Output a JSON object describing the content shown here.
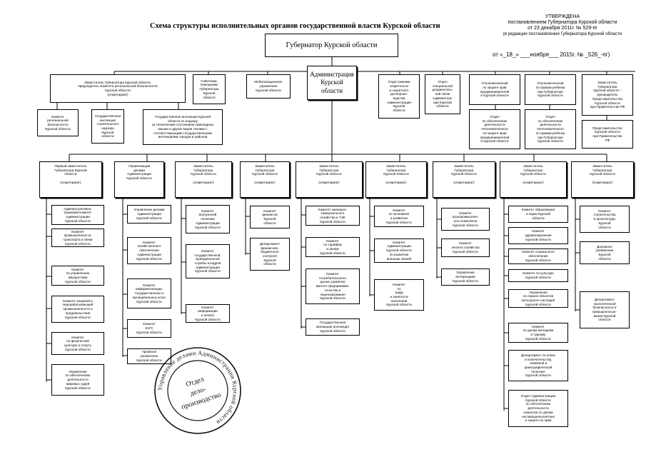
{
  "title": "Схема структуры исполнительных органов государственной власти Курской области",
  "approval": {
    "heading": "УТВЕРЖДЕНА",
    "line1": "постановлением Губернатора Курской области",
    "line2": "от 23 декабря 2011г. № 529-пг",
    "line3": "(в редакции постановления Губернатора Курской области",
    "date_line": "от «_18_»  ___ноября___ 2015г.  №  _526_-пг)"
  },
  "governor": "Губернатор Курской области",
  "administration": "Администрация\nКурской\nобласти",
  "top_left": {
    "deputy": "Заместитель Губернатора Курской области,\nпредседатель комитета  региональной безопасности\nКурской области\n(секретариат)",
    "advisors": "Советники,\nпомощники\nГубернатора\nКурской\nобласти",
    "mobilization": "Мобилизационное\nуправление\nКурской области",
    "security_committee": "Комитет\nрегиональной\nбезопасности\nКурской области",
    "construction_inspection": "Государственная\nинспекция\nстроительного\nнадзора\nКурской\nобласти",
    "tech_inspection": "Государственная инспекция Курской\nобласти  по надзору\nза техническим состоянием самоходных\nмашин и других видов техники с\nсоответствующими государственными\nинспекциями городов и районов"
  },
  "top_right": {
    "secrecy": "Отдел режима\nсекретности\nи секретного\nделопроиз-\nводства\nАдминистрации\nКурской\nобласти",
    "doc_comm": "Отдел\nспециальной\nдокументаль-\nной связи\nАдминистра-\nции Курской\nобласти",
    "entrepreneur_ombudsman": "Уполномоченный\nпо защите прав\nпредпринимателей\nв Курской области",
    "entrepreneur_office": "Отдел\nпо обеспечению\nдеятельности\nУполномоченного\nпо защите прав\nпредпринимателей\nв Курской области",
    "child_ombudsman": "Уполномоченный\nпо правам ребенка\nпри Губернаторе\nКурской области",
    "child_office": "Отдел\nпо обеспечению\nдеятельности\nУполномоченного\nпо правам ребенка\nпри  Губернаторе\nКурской области",
    "rep_deputy": "Заместитель\nГубернатора\nКурской области –\nруководитель\nПредставительства\nКурской области\nпри Правительстве РФ",
    "representation": "Представительство\nКурской области\nпри Правительстве\nРФ"
  },
  "columns": [
    {
      "head": "Первый заместитель\nГубернатора Курской\nобласти\n\n(секретариат)",
      "children": [
        "Административно-\nправовой комитет\nАдминистрации\nКурской области",
        "Комитет\nпромышленности,\nтранспорта и связи\nКурской области",
        "Комитет\nпо управлению\nимуществом\nКурской области",
        "Комитет пищевой и\nперерабатывающей\nпромышленности и\nпродовольствия\nКурской области",
        "Комитет\nпо физической\nкультуре и спорту\nКурской области",
        "Управление\nпо обеспечению\nдеятельности\nмировых судей\nКурской области"
      ]
    },
    {
      "head": "Управляющий\nделами\nАдминистрации\nКурской области",
      "children": [
        "Управление делами\nАдминистрации\nКурской  области",
        "Комитет\nхозяйственного\nобеспечения\nАдминистрации\nКурской области",
        "Комитет\nинформатизации,\nгосударственных и\nмуниципальных услуг\nКурской области",
        "Комитет\nЗАГС\nКурской области",
        "Архивное\nуправление\nКурской области"
      ]
    },
    {
      "head": "Заместитель\nГубернатора\nКурской области\n\n(секретариат)",
      "children": [
        "Комитет\nвнутренней\nполитики\nАдминистрации\nКурской области",
        "Комитет\nгосударственной,\nмуниципальной\nслужбы и кадров\nАдминистрации\nКурской области",
        "Комитет\nинформации\nи печати\nКурской области"
      ]
    },
    {
      "head": "Заместитель\nГубернатора\nКурской области\n\n(секретариат)",
      "children": [
        "Комитет\nфинансов\nКурской\nобласти",
        "Департамент\nфинансово-\nбюджетного\nконтроля\nКурской\nобласти"
      ]
    },
    {
      "head": "Заместитель\nГубернатора\nКурской области\n\n(секретариат)",
      "children": [
        "Комитет жилищно-\nкоммунального\nхозяйства и ТЭК\nКурской области",
        "Комитет\nпо тарифам\nи ценам\nКурской области",
        "Комитет\nпотребительского\nрынка, развития\nмалого предпринима-\nтельства и\nлицензирования\nКурской области",
        "Государственная\nжилищная инспекция\nКурской области"
      ]
    },
    {
      "head": "Заместитель\nГубернатора\nКурской области\n\n(секретариат)",
      "children": [
        "Комитет\nпо экономике\nи  развитию\nКурской области",
        "Комитет\nАдминистрации\nКурской области\nпо развитию\nвнешних связей",
        "Комитет\nпо\nтруду\nи занятости\nнаселения\nКурской области"
      ]
    },
    {
      "head": "Заместитель\nГубернатора\nКурской области\n\n(секретариат)",
      "children": [
        "Комитет\nагропромышлен-\nного комплекса\nКурской области",
        "Комитет\nлесного хозяйства\nКурской области",
        "Управление\nветеринарии\nКурской области"
      ]
    },
    {
      "head": "Заместитель\nГубернатора\nКурской области\n\n(секретариат)",
      "children": [
        "Комитет образования\nи науки Курской\nобласти",
        "Комитет\nздравоохранения\nКурской области",
        "Комитет социального\nобеспечения\nКурской области",
        "Комитет  по культуре\nКурской области",
        "Управление\nпо охране объектов\nкультурного наследия\nКурской области",
        "Комитет\nпо делам молодежи\nи туризму\nКурской области",
        "Департамент по опеке\nи попечительству,\nсемейной и\nдемографической\nполитике\nКурской области",
        "Отдел Администрации\nКурской области\nпо обеспечению\nдеятельности\nкомиссии по делам\nнесовершеннолетних\nи защите их прав"
      ]
    },
    {
      "head": "Заместитель\nГубернатора\nКурской области\n\n(секретариат)",
      "children": [
        "Комитет\nстроительства\nи архитектуры\nКурской\nобласти",
        "Дорожное\nуправление\nКурской\nобласти",
        "Департамент\nэкологической\nбезопасности и\nприродопользо-\nвания Курской\nобласти"
      ]
    }
  ],
  "stamp": {
    "ring": "Управление делами Администрации Курской области",
    "center": "Отдел\nдело-\nпроизводство"
  }
}
